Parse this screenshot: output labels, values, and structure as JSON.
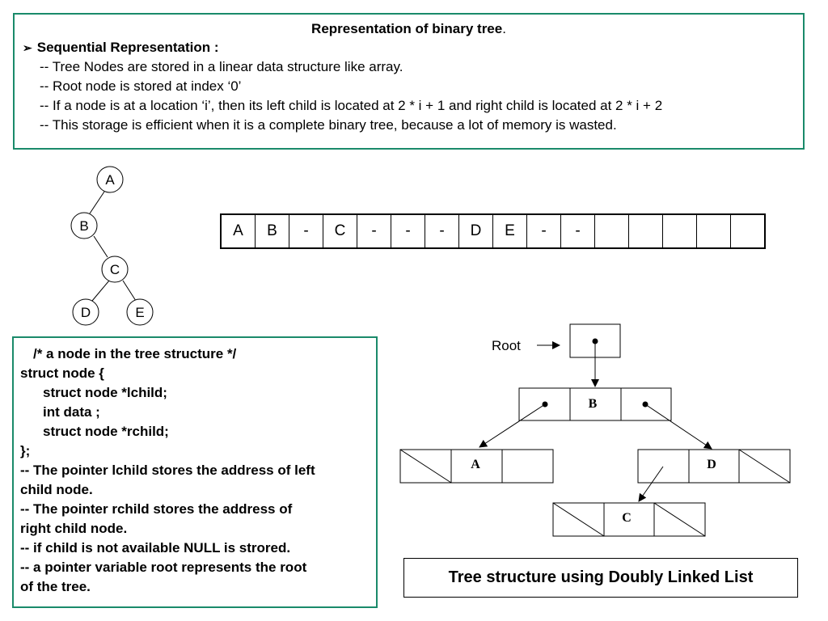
{
  "header": {
    "title": "Representation of binary tree",
    "title_suffix": ".",
    "subheading": "Sequential Representation :",
    "lines": [
      "-- Tree Nodes are stored in a linear data structure like array.",
      "-- Root node is stored at index ‘0’",
      "-- If a node is at a location ‘i’, then its left child is located at 2 * i + 1 and right child is located at 2 * i + 2",
      "-- This storage is efficient when it is a complete binary tree, because a lot of memory is wasted."
    ]
  },
  "tree": {
    "nodes": [
      "A",
      "B",
      "C",
      "D",
      "E"
    ]
  },
  "array": {
    "cells": [
      "A",
      "B",
      "-",
      "C",
      "-",
      "-",
      "-",
      "D",
      "E",
      "-",
      "-",
      "",
      "",
      "",
      "",
      ""
    ]
  },
  "code": {
    "lines": [
      "/* a node in the tree structure */",
      "struct node {",
      "struct node *lchild;",
      "int data ;",
      "struct node *rchild;",
      "};",
      "-- The pointer lchild stores the address of left",
      "child node.",
      "-- The pointer rchild stores the address of",
      "right child node.",
      "-- if child is not available NULL is strored.",
      "-- a pointer variable root represents the root",
      "of the tree."
    ]
  },
  "linked": {
    "root_label": "Root",
    "nodes": [
      "B",
      "A",
      "D",
      "C"
    ],
    "caption": "Tree structure using  Doubly Linked List"
  }
}
